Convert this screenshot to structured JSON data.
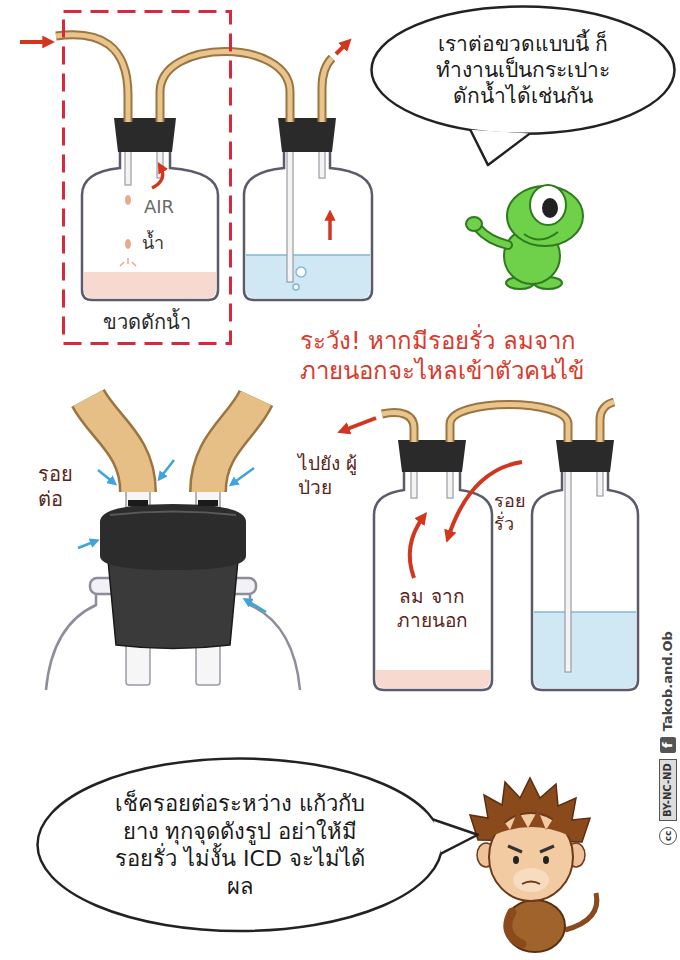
{
  "diagram": {
    "nodes": [
      {
        "text": [
          "ขวดดักน้ำ"
        ]
      },
      {
        "text": [
          "เราต่อขวดแบบนี้ ก็ทำงานเป็นกระเปาะ ดักน้ำได้เช่นกัน"
        ]
      },
      {
        "text": [
          "เช็ครอยต่อระหว่าง แก้วกับยาง ทุกจุดดังรูป อย่าให้มีรอยรั่ว ไม่งั้น ICD จะไม่ได้ผล"
        ]
      }
    ],
    "labels": [
      "AIR",
      "น้ำ",
      "ระวัง! หากมีรอยรั่ว ลมจาก ภายนอกจะไหลเข้าตัวคนไข้",
      "รอย ต่อ",
      "ไปยัง ผู้ป่วย",
      "รอย รั่ว",
      "ลม จาก ภายนอก",
      "Takob.and.Ob",
      "f",
      "BY-NC-ND",
      "cc"
    ]
  }
}
